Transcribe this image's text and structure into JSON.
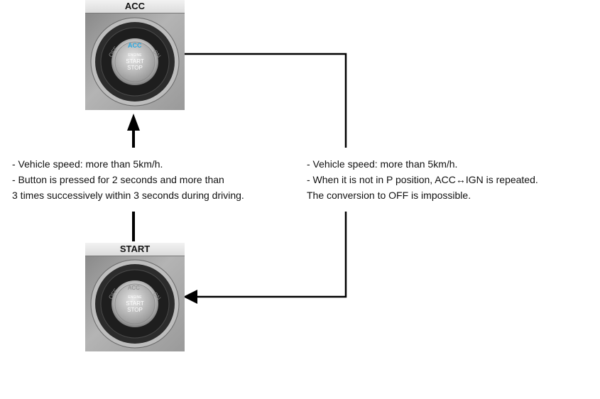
{
  "acc_panel": {
    "title": "ACC",
    "ring_labels": {
      "off": "OFF",
      "acc": "ACC",
      "on": "ON"
    },
    "button_text": {
      "line1": "ENGINE",
      "line2": "START",
      "line3": "STOP"
    },
    "active_label": "acc"
  },
  "start_panel": {
    "title": "START",
    "ring_labels": {
      "off": "OFF",
      "acc": "ACC",
      "on": "ON"
    },
    "button_text": {
      "line1": "ENGINE",
      "line2": "START",
      "line3": "STOP"
    },
    "active_label": "none"
  },
  "left_note": {
    "line1": "- Vehicle speed: more than  5km/h.",
    "line2": "- Button is pressed for 2 seconds and more than",
    "line3": "3 times successively within 3 seconds during driving."
  },
  "right_note": {
    "line1": "- Vehicle speed: more than  5km/h.",
    "line2": "- When it is not in P position,  ACC↔IGN is repeated.",
    "line3": "The conversion to OFF is impossible."
  },
  "colors": {
    "active_label": "#2aa8e0",
    "inactive_label": "#8c8c8c",
    "line": "#000000"
  }
}
